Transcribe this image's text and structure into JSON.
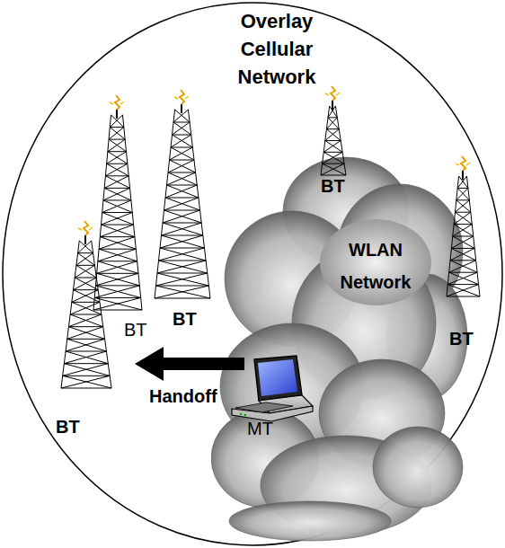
{
  "diagram": {
    "nodes": [
      {
        "text": [
          "Overlay Cellular Network"
        ]
      },
      {
        "text": [
          "WLAN Network"
        ],
        "in": 0
      }
    ],
    "labels": [
      "BT",
      "BT",
      "BT",
      "BT",
      "BT",
      "Handoff",
      "MT"
    ]
  }
}
